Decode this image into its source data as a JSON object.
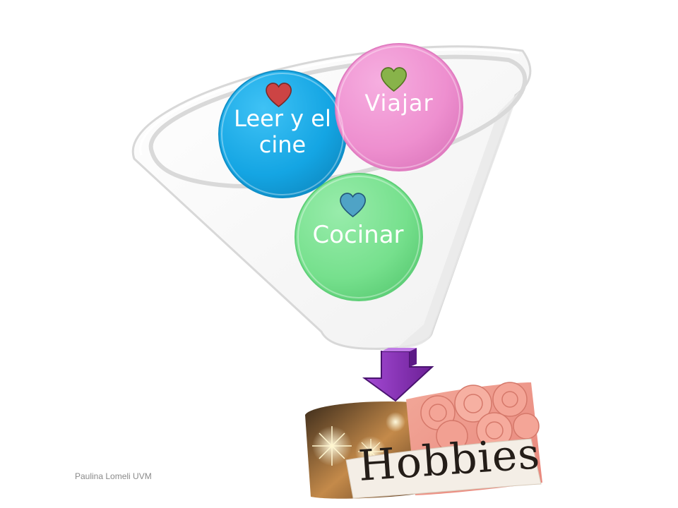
{
  "circles": [
    {
      "label": "Leer y el cine",
      "color": "#14a5e3",
      "heart_color": "#cc4444"
    },
    {
      "label": "Viajar",
      "color": "#ee8fcf",
      "heart_color": "#88b34a"
    },
    {
      "label": "Cocinar",
      "color": "#76e08d",
      "heart_color": "#4fa3c6"
    }
  ],
  "arrow_color": "#8b35b8",
  "hobbies_image": {
    "word": "Hobbies"
  },
  "footer": "Paulina Lomeli UVM"
}
